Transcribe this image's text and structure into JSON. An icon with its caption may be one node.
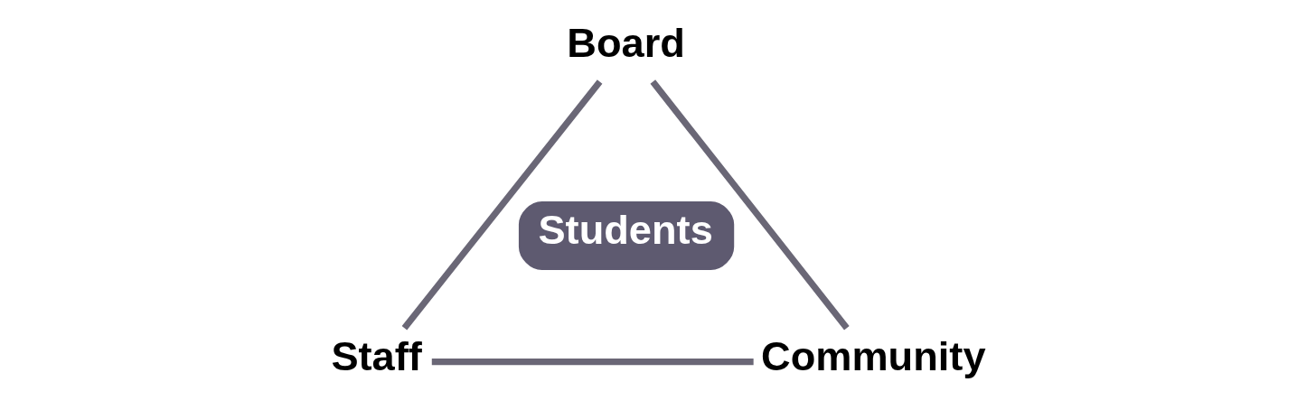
{
  "diagram": {
    "nodes": [
      {
        "text": [
          "Board"
        ]
      },
      {
        "text": [
          "Students"
        ]
      },
      {
        "text": [
          "Staff"
        ]
      },
      {
        "text": [
          "Community"
        ]
      }
    ],
    "edges": [
      {
        "from": 0,
        "to": 2,
        "arrow": "none"
      },
      {
        "from": 0,
        "to": 3,
        "arrow": "none"
      },
      {
        "from": 2,
        "to": 3,
        "arrow": "none"
      }
    ]
  }
}
